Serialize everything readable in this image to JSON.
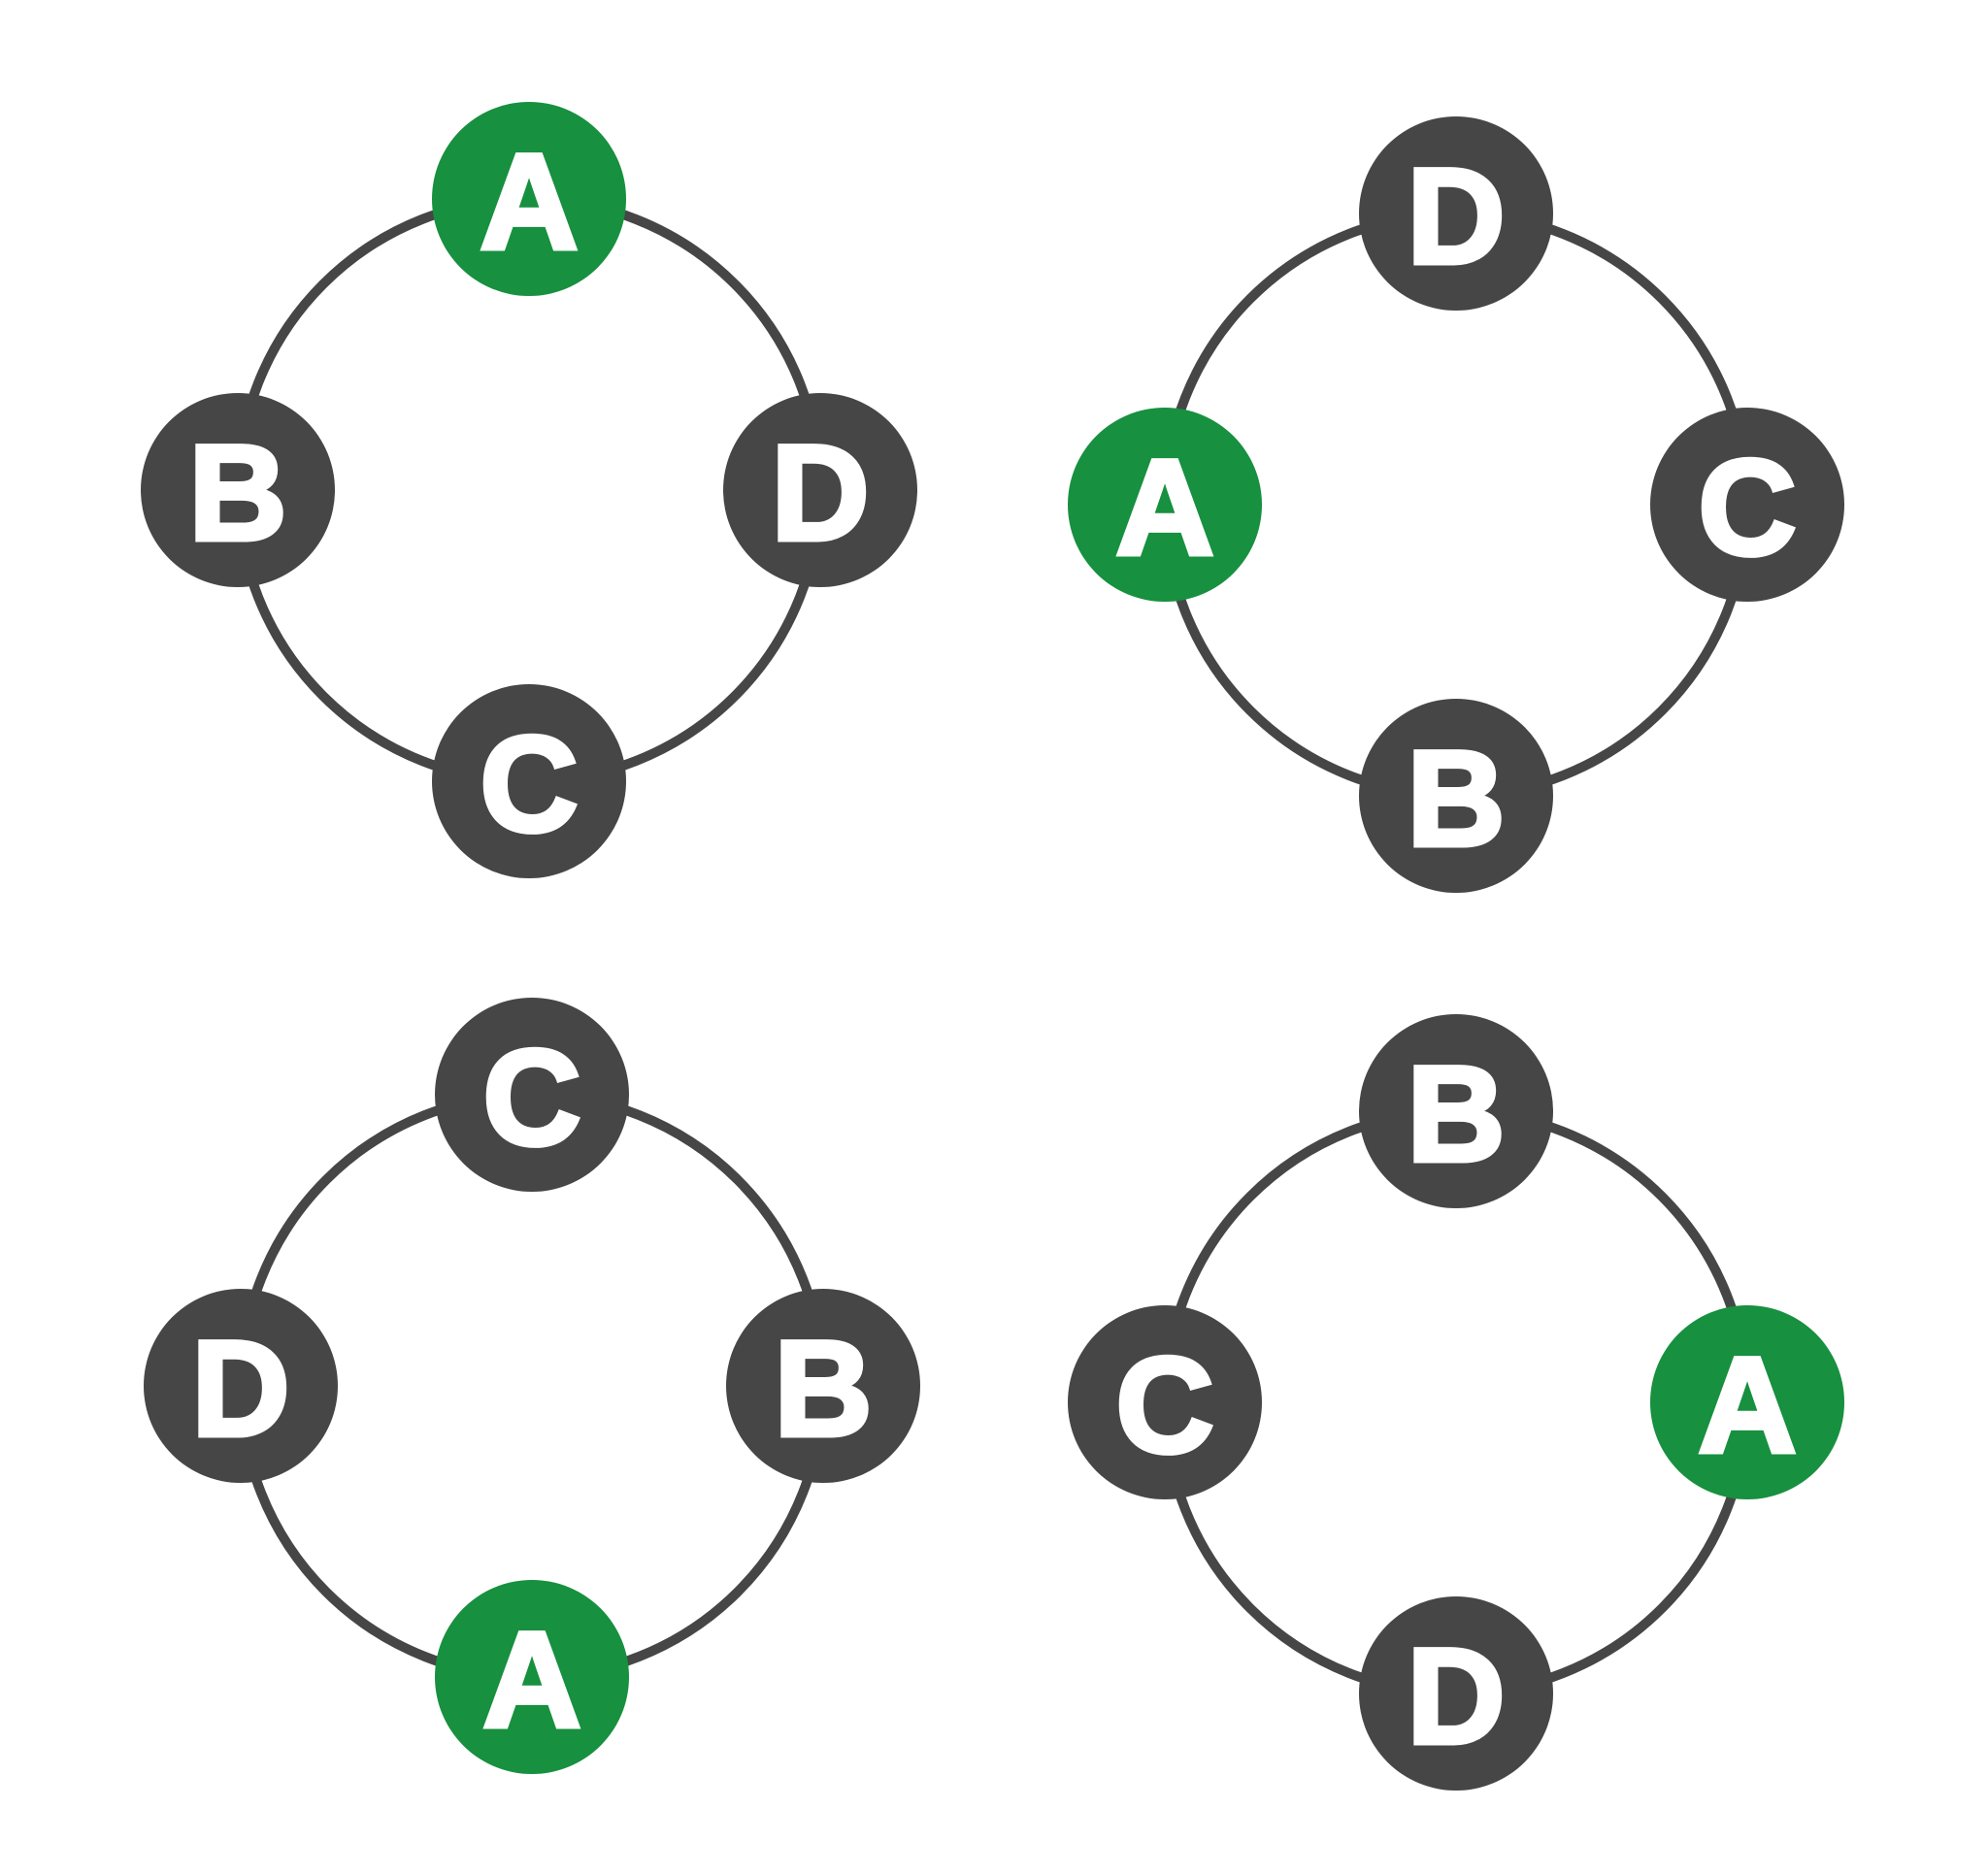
{
  "colors": {
    "background": "#ffffff",
    "node_default": "#464646",
    "node_highlight": "#17903f",
    "ring_stroke": "#464646",
    "label_text": "#ffffff"
  },
  "diagrams": [
    {
      "name": "ring-state-1",
      "highlighted_label": "A",
      "nodes": [
        {
          "position": "top",
          "label": "A",
          "state": "highlighted"
        },
        {
          "position": "right",
          "label": "D",
          "state": "default"
        },
        {
          "position": "bottom",
          "label": "C",
          "state": "default"
        },
        {
          "position": "left",
          "label": "B",
          "state": "default"
        }
      ]
    },
    {
      "name": "ring-state-2",
      "highlighted_label": "A",
      "nodes": [
        {
          "position": "top",
          "label": "D",
          "state": "default"
        },
        {
          "position": "right",
          "label": "C",
          "state": "default"
        },
        {
          "position": "bottom",
          "label": "B",
          "state": "default"
        },
        {
          "position": "left",
          "label": "A",
          "state": "highlighted"
        }
      ]
    },
    {
      "name": "ring-state-3",
      "highlighted_label": "A",
      "nodes": [
        {
          "position": "top",
          "label": "C",
          "state": "default"
        },
        {
          "position": "right",
          "label": "B",
          "state": "default"
        },
        {
          "position": "bottom",
          "label": "A",
          "state": "highlighted"
        },
        {
          "position": "left",
          "label": "D",
          "state": "default"
        }
      ]
    },
    {
      "name": "ring-state-4",
      "highlighted_label": "A",
      "nodes": [
        {
          "position": "top",
          "label": "B",
          "state": "default"
        },
        {
          "position": "right",
          "label": "A",
          "state": "highlighted"
        },
        {
          "position": "bottom",
          "label": "D",
          "state": "default"
        },
        {
          "position": "left",
          "label": "C",
          "state": "default"
        }
      ]
    }
  ]
}
